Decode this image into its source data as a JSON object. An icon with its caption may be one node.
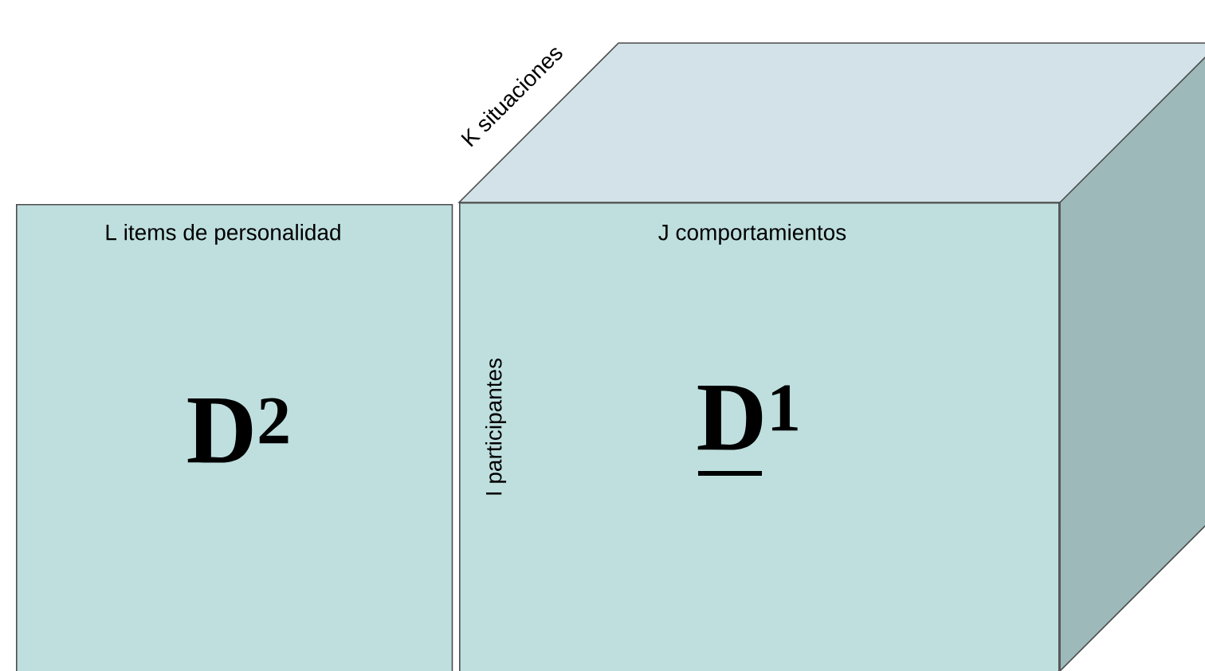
{
  "diagram": {
    "nodes": [
      {
        "text": [
          "L items de personalidad",
          "D$^{2}$"
        ]
      },
      {
        "text": [
          "J comportamientos",
          "I participantes",
          "D$^{1}$"
        ]
      }
    ],
    "labels": [
      "K situaciones"
    ]
  }
}
